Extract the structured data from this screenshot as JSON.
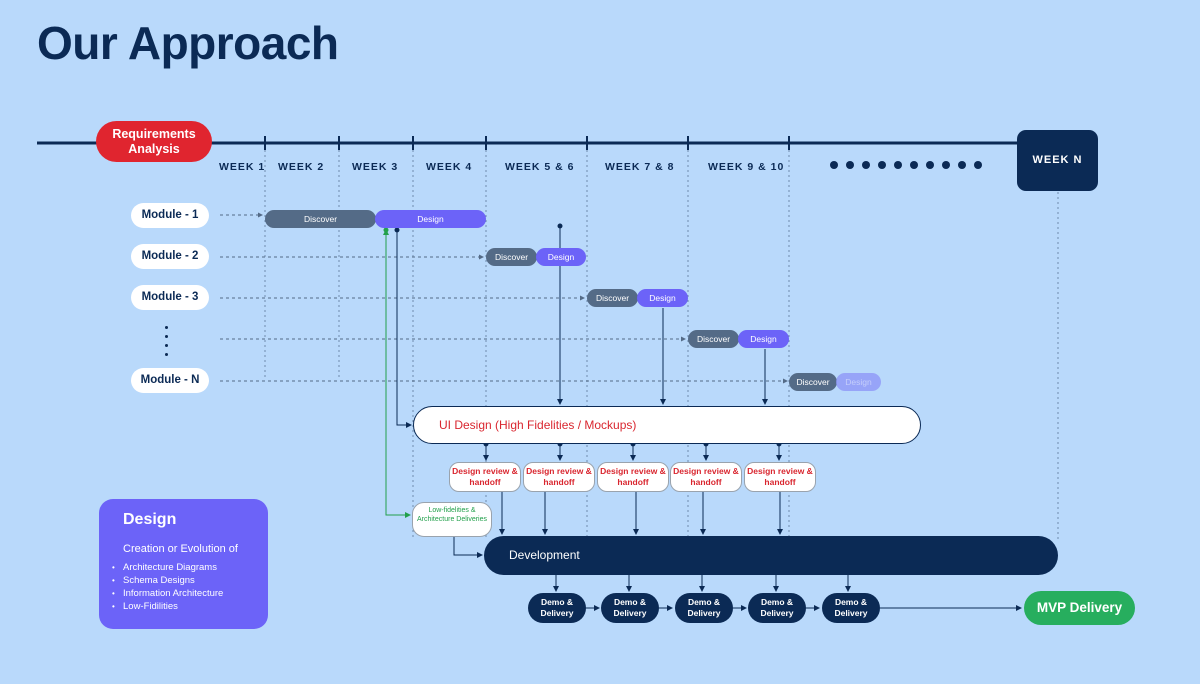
{
  "title": "Our Approach",
  "timeline": {
    "start_label": "Requirements Analysis",
    "weeks": [
      "WEEK 1",
      "WEEK 2",
      "WEEK 3",
      "WEEK 4",
      "WEEK 5 & 6",
      "WEEK 7 & 8",
      "WEEK 9 & 10"
    ],
    "end_label": "WEEK N"
  },
  "modules": [
    "Module - 1",
    "Module - 2",
    "Module - 3",
    "Module - N"
  ],
  "phases": {
    "discover": "Discover",
    "design": "Design"
  },
  "ui_design": "UI Design (High Fidelities / Mockups)",
  "review_label": "Design review & handoff",
  "lowfi_label": "Low-fidelities & Architecture Deliveries",
  "development": "Development",
  "demo_label": "Demo & Delivery",
  "mvp": "MVP Delivery",
  "legend": {
    "heading": "Design",
    "subheading": "Creation or Evolution of",
    "items": [
      "Architecture Diagrams",
      "Schema Designs",
      "Information Architecture",
      "Low-Fidilities"
    ]
  },
  "colors": {
    "navy": "#0b2a55",
    "red": "#e0252f",
    "purple": "#6c63f8",
    "slate": "#546b87",
    "green": "#27ae5e",
    "background": "#b9d9fb"
  }
}
